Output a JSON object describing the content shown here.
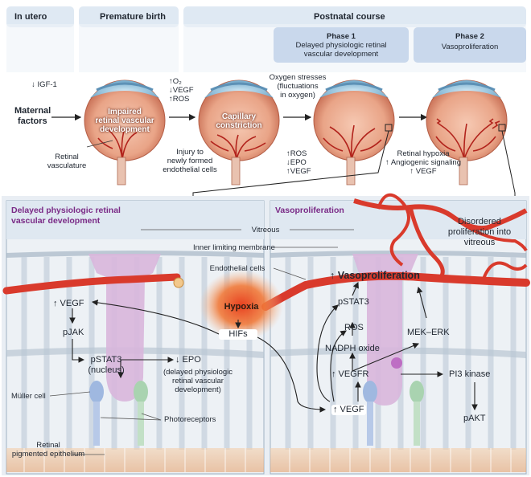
{
  "top": {
    "stage_in_utero": "In utero",
    "stage_premature": "Premature birth",
    "stage_postnatal": "Postnatal course",
    "phase1_title": "Phase 1",
    "phase1_desc_line1": "Delayed physiologic retinal",
    "phase1_desc_line2": "vascular development",
    "phase2_title": "Phase 2",
    "phase2_desc": "Vasoproliferation",
    "maternal_line1": "Maternal",
    "maternal_line2": "factors",
    "igf": "↓ IGF-1",
    "eye1_line1": "Impaired",
    "eye1_line2": "retinal vascular",
    "eye1_line3": "development",
    "retinal_line1": "Retinal",
    "retinal_line2": "vasculature",
    "o2_line1": "↑O₂",
    "o2_line2": "↓VEGF",
    "o2_line3": "↑ROS",
    "eye2_line1": "Capillary",
    "eye2_line2": "constriction",
    "injury_line1": "Injury to",
    "injury_line2": "newly formed",
    "injury_line3": "endothelial cells",
    "oxy_line1": "Oxygen stresses",
    "oxy_line2": "(fluctuations",
    "oxy_line3": "in oxygen)",
    "ros_line1": "↑ROS",
    "ros_line2": "↓EPO",
    "ros_line3": "↑VEGF",
    "hyp_line1": "Retinal hypoxia",
    "hyp_line2": "↑ Angiogenic signaling",
    "hyp_line3": "↑ VEGF"
  },
  "bottom": {
    "left_title_line1": "Delayed physiologic retinal",
    "left_title_line2": "vascular development",
    "right_title": "Vasoproliferation",
    "vitreous": "Vitreous",
    "ilm": "Inner limiting membrane",
    "endothelial": "Endothelial cells",
    "disordered_line1": "Disordered",
    "disordered_line2": "proliferation into",
    "disordered_line3": "vitreous",
    "vasoprolif": "↑ Vasoproliferation",
    "hypoxia": "Hypoxia",
    "hifs": "HIFs",
    "vegf_left": "↑ VEGF",
    "pjak": "pJAK",
    "pstat3_line1": "pSTAT3",
    "pstat3_line2": "(nucleus)",
    "epo": "↓ EPO",
    "epo_desc_line1": "(delayed physiologic",
    "epo_desc_line2": "retinal vascular",
    "epo_desc_line3": "development)",
    "muller": "Müller cell",
    "photoreceptors": "Photoreceptors",
    "rpe_line1": "Retinal",
    "rpe_line2": "pigmented epithelium",
    "pstat3_right": "pSTAT3",
    "ros": "ROS",
    "nadph": "NADPH oxide",
    "mek": "MEK–ERK",
    "vegfr": "↑ VEGFR",
    "pi3k": "PI3 kinase",
    "vegf_right": "↑ VEGF",
    "pakt": "pAKT"
  },
  "colors": {
    "header_fill": "#dfe9f3",
    "phase_fill": "#c9d8ec",
    "purple_cell": "#d8b6dc",
    "vessel_red": "#d93a2c",
    "hypoxia_orange": "#ef6a2e",
    "retina_bg": "#eef2f6"
  }
}
